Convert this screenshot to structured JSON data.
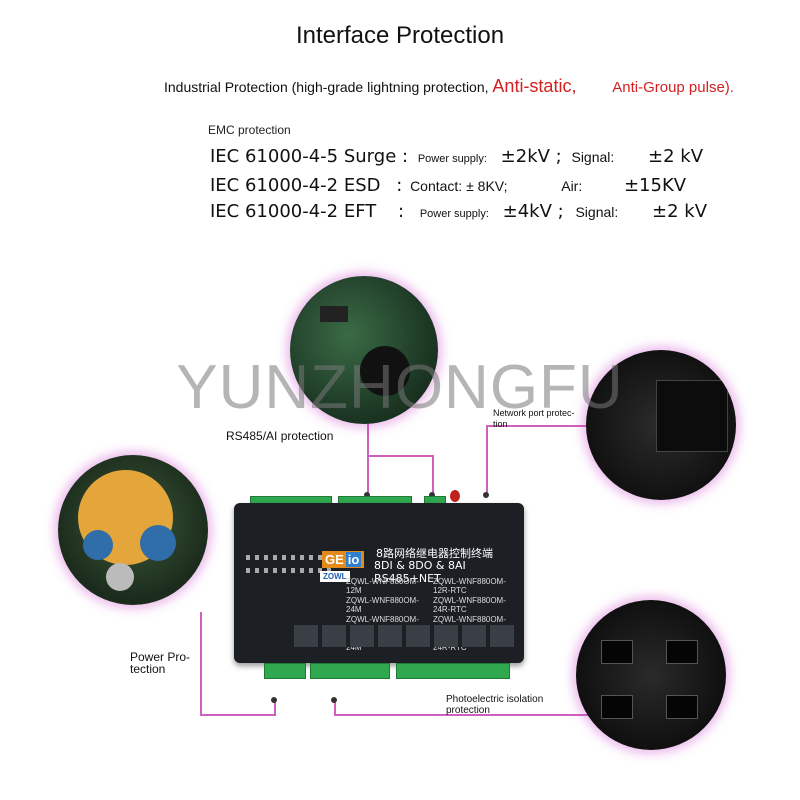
{
  "title": "Interface Protection",
  "subtitle": {
    "prefix": "Industrial Protection (high-grade lightning protection,",
    "anti_static": "Anti-static,",
    "anti_group": "Anti-Group pulse)."
  },
  "emc_label": "EMC protection",
  "standards": [
    {
      "name": "IEC 61000-4-5 Surge",
      "sep": ":",
      "a_label": "Power supply:",
      "a_value": "±2kV",
      "semi": ";",
      "b_label": "Signal:",
      "b_value": "±2 kV"
    },
    {
      "name": "IEC 61000-4-2 ESD",
      "sep": ":",
      "a_label": "Contact: ± 8KV;",
      "a_value": "",
      "semi": "",
      "b_label": "Air:",
      "b_value": "±15KV"
    },
    {
      "name": "IEC 61000-4-2 EFT",
      "sep": ":",
      "a_label": "Power supply:",
      "a_value": "±4kV",
      "semi": ";",
      "b_label": "Signal:",
      "b_value": "±2 kV"
    }
  ],
  "watermark": "YUNZHONGFU",
  "callouts": {
    "rs485": "RS485/AI protection",
    "network_1": "Network port protec-",
    "network_2": "tion",
    "power_1": "Power Pro-",
    "power_2": "tection",
    "photo_1": "Photoelectric isolation",
    "photo_2": "protection"
  },
  "device": {
    "logo": "GE",
    "logo_box": "io",
    "brand": "ZOWL",
    "title_cn": "8路网络继电器控制终端",
    "title_en": "8DI & 8DO & 8AI  RS485+NET",
    "models": [
      "ZQWL-WNF880OM-12M",
      "ZQWL-WNF880OM-12R-RTC",
      "ZQWL-WNF880OM-24M",
      "ZQWL-WNF880OM-24R-RTC",
      "ZQWL-WNF880OM-12M",
      "ZQWL-WNF880OM-12R-RTC",
      "ZQWL-WNF880OM-24M",
      "ZQWL-WNF880OM-24R-RTC"
    ]
  },
  "colors": {
    "accent_red": "#d42020",
    "callout_line": "#d060c0",
    "terminal_green": "#2fa84f",
    "device_body": "#1c1f24"
  }
}
